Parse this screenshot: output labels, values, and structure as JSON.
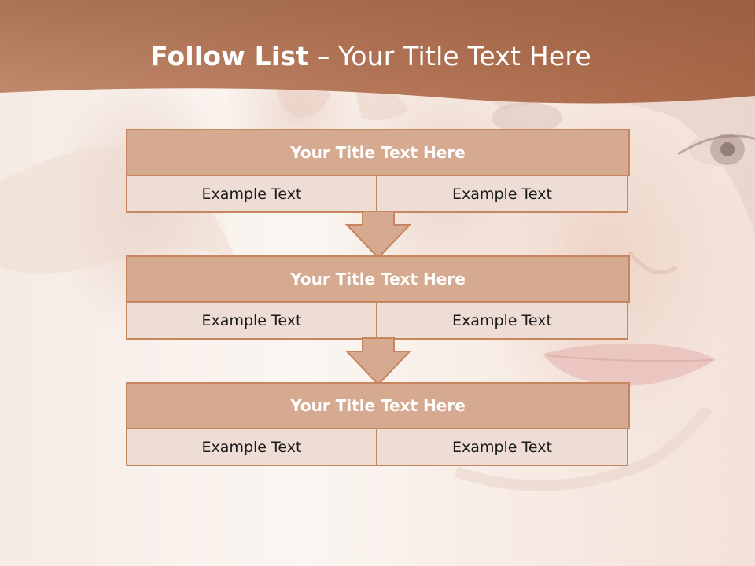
{
  "slide": {
    "title_bold": "Follow List",
    "title_rest": "– Your Title Text Here"
  },
  "colors": {
    "header": "#b9785a",
    "box_title_fill": "#d5aa91",
    "box_cell_fill": "#eeddd5",
    "border": "#c58660"
  },
  "steps": [
    {
      "title": "Your Title Text Here",
      "left": "Example Text",
      "right": "Example Text"
    },
    {
      "title": "Your Title Text Here",
      "left": "Example Text",
      "right": "Example Text"
    },
    {
      "title": "Your Title Text Here",
      "left": "Example Text",
      "right": "Example Text"
    }
  ],
  "connectors": [
    {
      "from": 0,
      "to": 1,
      "icon": "down-arrow-icon"
    },
    {
      "from": 1,
      "to": 2,
      "icon": "down-arrow-icon"
    }
  ]
}
